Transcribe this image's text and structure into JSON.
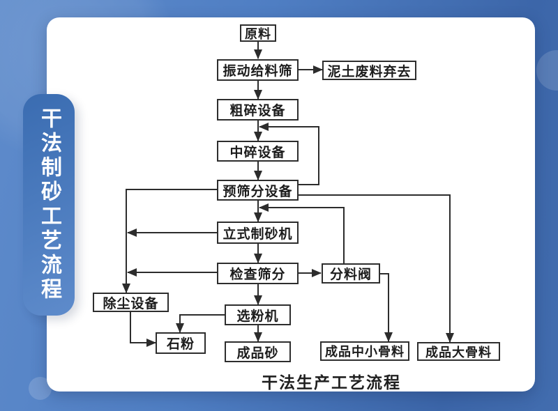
{
  "sidebar": {
    "vertical_label": "干法制砂工艺流程"
  },
  "diagram": {
    "caption": "干法生产工艺流程",
    "nodes": [
      {
        "id": "raw_material",
        "label": "原料"
      },
      {
        "id": "vibrating_feeder",
        "label": "振动给料筛"
      },
      {
        "id": "waste_discard",
        "label": "泥土废料弃去"
      },
      {
        "id": "coarse_crusher",
        "label": "粗碎设备"
      },
      {
        "id": "medium_crusher",
        "label": "中碎设备"
      },
      {
        "id": "pre_screening",
        "label": "预筛分设备"
      },
      {
        "id": "vertical_sand_maker",
        "label": "立式制砂机"
      },
      {
        "id": "check_screening",
        "label": "检查筛分"
      },
      {
        "id": "dividing_valve",
        "label": "分料阀"
      },
      {
        "id": "dust_removal",
        "label": "除尘设备"
      },
      {
        "id": "powder_separator",
        "label": "选粉机"
      },
      {
        "id": "stone_powder",
        "label": "石粉"
      },
      {
        "id": "finished_sand",
        "label": "成品砂"
      },
      {
        "id": "finished_mid_small_aggregate",
        "label": "成品中小骨料"
      },
      {
        "id": "finished_large_aggregate",
        "label": "成品大骨料"
      }
    ],
    "colors": {
      "box_border": "#2d2d2d",
      "box_text": "#1c1c1c",
      "connector_line": "#2c2c2c",
      "card_background": "#ffffff",
      "background_light_blue": "#5e8bcb",
      "background_dark_blue": "#3c66a9",
      "pill_text": "#ffffff"
    }
  }
}
